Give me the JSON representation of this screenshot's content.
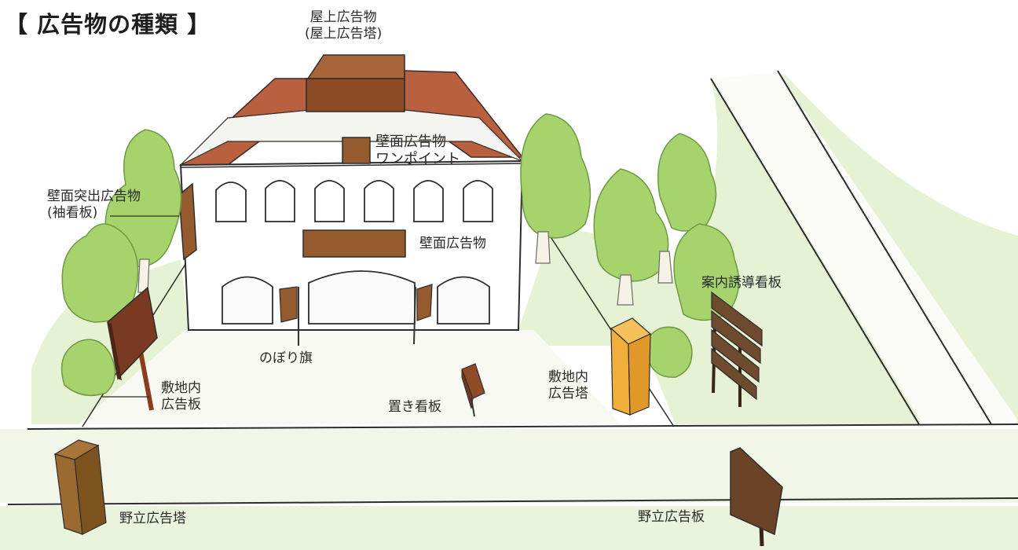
{
  "title": "【 広告物の種類 】",
  "labels": {
    "rooftop": [
      "屋上広告物",
      "(屋上広告塔)"
    ],
    "wall_point": [
      "壁面広告物",
      "ワンポイント"
    ],
    "projecting": [
      "壁面突出広告物",
      "(袖看板)"
    ],
    "wall": [
      "壁面広告物"
    ],
    "banner_flag": [
      "のぼり旗"
    ],
    "guide_sign": [
      "案内誘導看板"
    ],
    "onsite_board": [
      "敷地内",
      "広告板"
    ],
    "standing_sign": [
      "置き看板"
    ],
    "onsite_tower": [
      "敷地内",
      "広告塔"
    ],
    "field_tower": [
      "野立広告塔"
    ],
    "field_board": [
      "野立広告板"
    ]
  },
  "colors": {
    "roof": "#b8603f",
    "wall": "#ffffff",
    "sign_brown": "#955a2e",
    "sign_dark": "#6e3620",
    "tower_orange": "#f0ae3a",
    "tree_green": "#a6d36c",
    "grass": "#e6f2d4",
    "road": "#f4f7ee"
  }
}
